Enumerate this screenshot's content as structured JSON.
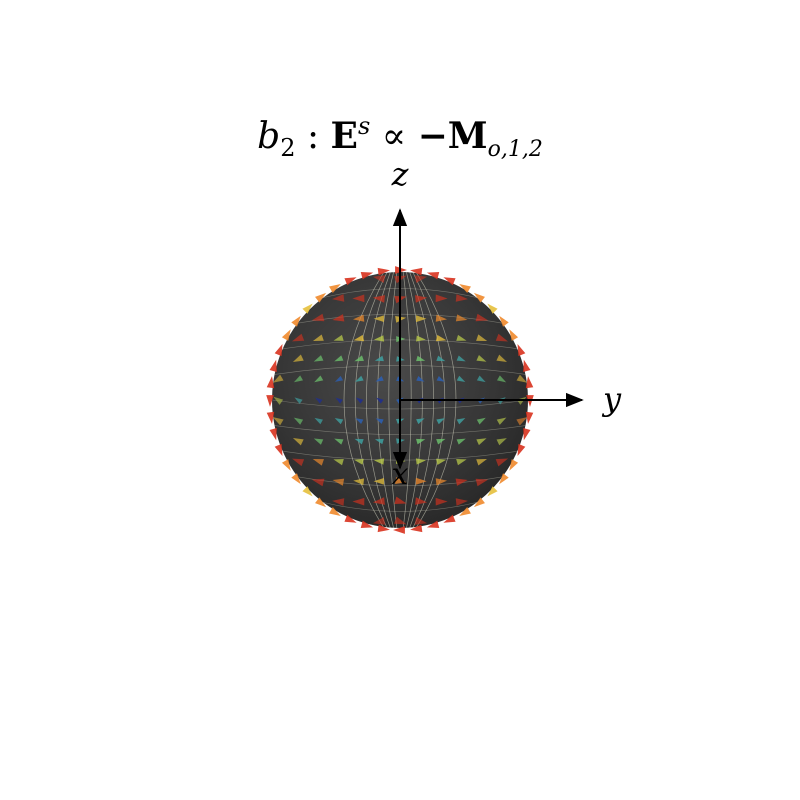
{
  "figure": {
    "title": {
      "b": "b",
      "b_sub": "2",
      "colon": ":",
      "E": "E",
      "E_sup": "s",
      "prop": "∝",
      "minus_M": "−M",
      "M_sub": "o,1,2"
    },
    "axes": {
      "z_label": "z",
      "y_label": "y",
      "x_label": "x"
    },
    "colors": {
      "sphere": "#333333",
      "axis": "#000000",
      "stream": "#e6e6d0",
      "palette": [
        "#1f2f8f",
        "#2c5fb0",
        "#3fa0a0",
        "#6cbf6c",
        "#b8c84a",
        "#e6c03c",
        "#ef8a2c",
        "#d8321e"
      ]
    }
  }
}
